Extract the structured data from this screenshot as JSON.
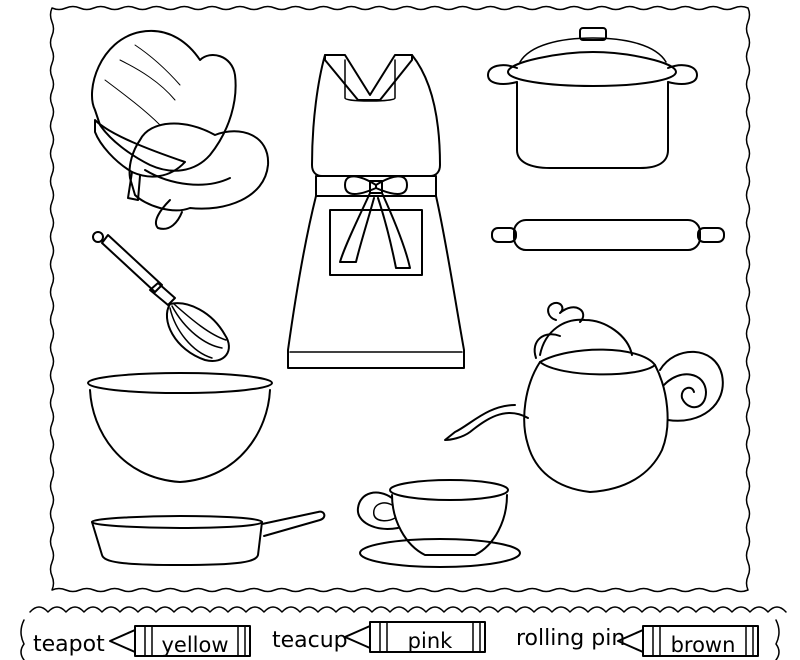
{
  "worksheet": {
    "items": [
      {
        "icon": "oven-mitt-icon"
      },
      {
        "icon": "apron-icon"
      },
      {
        "icon": "cooking-pot-icon"
      },
      {
        "icon": "rolling-pin-icon"
      },
      {
        "icon": "whisk-icon"
      },
      {
        "icon": "mixing-bowl-icon"
      },
      {
        "icon": "teapot-icon"
      },
      {
        "icon": "frying-pan-icon"
      },
      {
        "icon": "teacup-icon"
      }
    ]
  },
  "color_key": [
    {
      "object": "teapot",
      "crayon": "yellow",
      "crayon_icon": "crayon-icon"
    },
    {
      "object": "teacup",
      "crayon": "pink",
      "crayon_icon": "crayon-icon"
    },
    {
      "object": "rolling pin",
      "crayon": "brown",
      "crayon_icon": "crayon-icon"
    }
  ]
}
